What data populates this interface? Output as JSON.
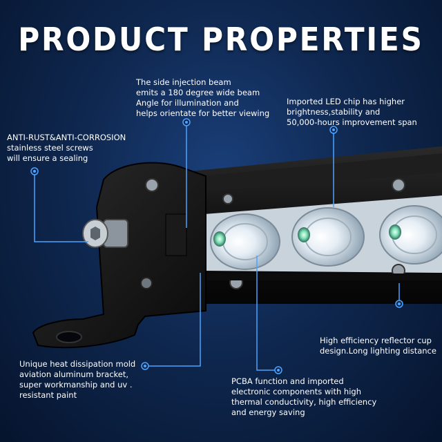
{
  "title": "PRODUCT PROPERTIES",
  "callouts": {
    "beam": [
      "The side injection beam",
      "emits a 180 degree wide beam",
      "Angle for illumination and",
      "helps orientate for better viewing"
    ],
    "led_chip": [
      "Imported LED chip has higher",
      "brightness,stability and",
      "50,000-hours improvement span"
    ],
    "screws": [
      "ANTI-RUST&ANTI-CORROSION",
      "stainless steel screws",
      "will ensure a sealing"
    ],
    "reflector": [
      "High efficiency reflector cup",
      "design.Long lighting distance"
    ],
    "bracket": [
      "Unique heat dissipation mold",
      "aviation aluminum bracket,",
      "super workmanship and uv .",
      "resistant paint"
    ],
    "pcba": [
      "PCBA function and imported",
      "electronic components with high",
      "thermal conductivity, high efficiency",
      "and energy saving"
    ]
  },
  "colors": {
    "background": "#0f2850",
    "accent": "#4da3ff",
    "text": "#ffffff"
  }
}
